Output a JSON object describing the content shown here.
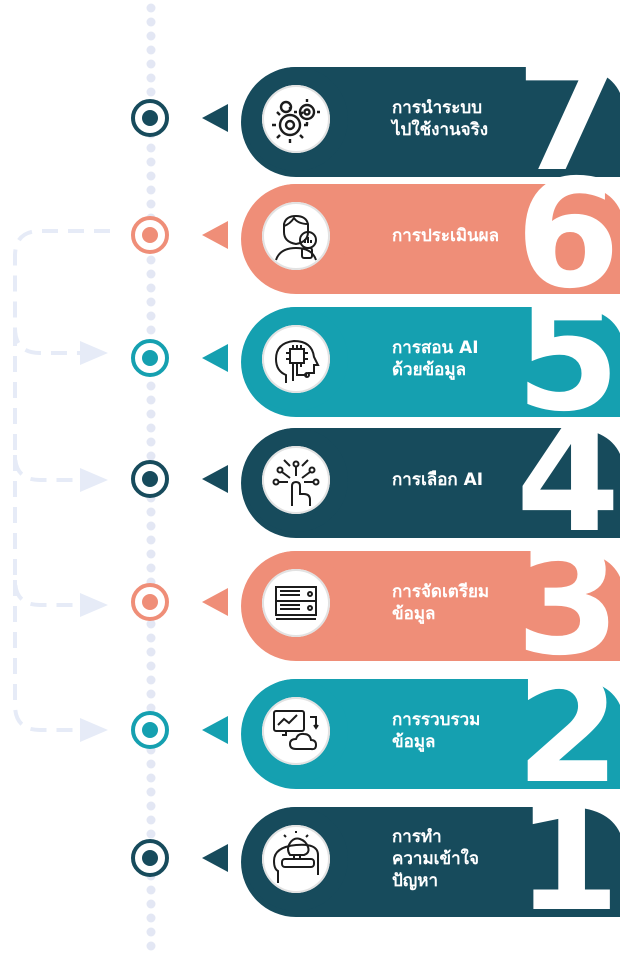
{
  "colors": {
    "dark": "#174b5c",
    "teal": "#15a0b0",
    "salmon": "#ef8e78",
    "dots": "#e3e7f4",
    "loop": "#e6ebf7"
  },
  "steps": [
    {
      "number": "7",
      "theme": "dark",
      "icon": "gears-icon",
      "label_lines": [
        "การนำระบบ",
        "ไปใช้งานจริง"
      ]
    },
    {
      "number": "6",
      "theme": "salmon",
      "icon": "person-chart-icon",
      "label_lines": [
        "การประเมินผล"
      ]
    },
    {
      "number": "5",
      "theme": "teal",
      "icon": "ai-head-chip-icon",
      "label_lines": [
        "การสอน AI",
        "ด้วยข้อมูล"
      ]
    },
    {
      "number": "4",
      "theme": "dark",
      "icon": "hand-network-icon",
      "label_lines": [
        "การเลือก AI"
      ]
    },
    {
      "number": "3",
      "theme": "salmon",
      "icon": "server-rack-icon",
      "label_lines": [
        "การจัดเตรียม",
        "ข้อมูล"
      ]
    },
    {
      "number": "2",
      "theme": "teal",
      "icon": "monitor-cloud-data-icon",
      "label_lines": [
        "การรวบรวม",
        "ข้อมูล"
      ]
    },
    {
      "number": "1",
      "theme": "dark",
      "icon": "head-lightbulb-icon",
      "label_lines": [
        "การทำ",
        "ความเข้าใจ",
        "ปัญหา"
      ]
    }
  ]
}
